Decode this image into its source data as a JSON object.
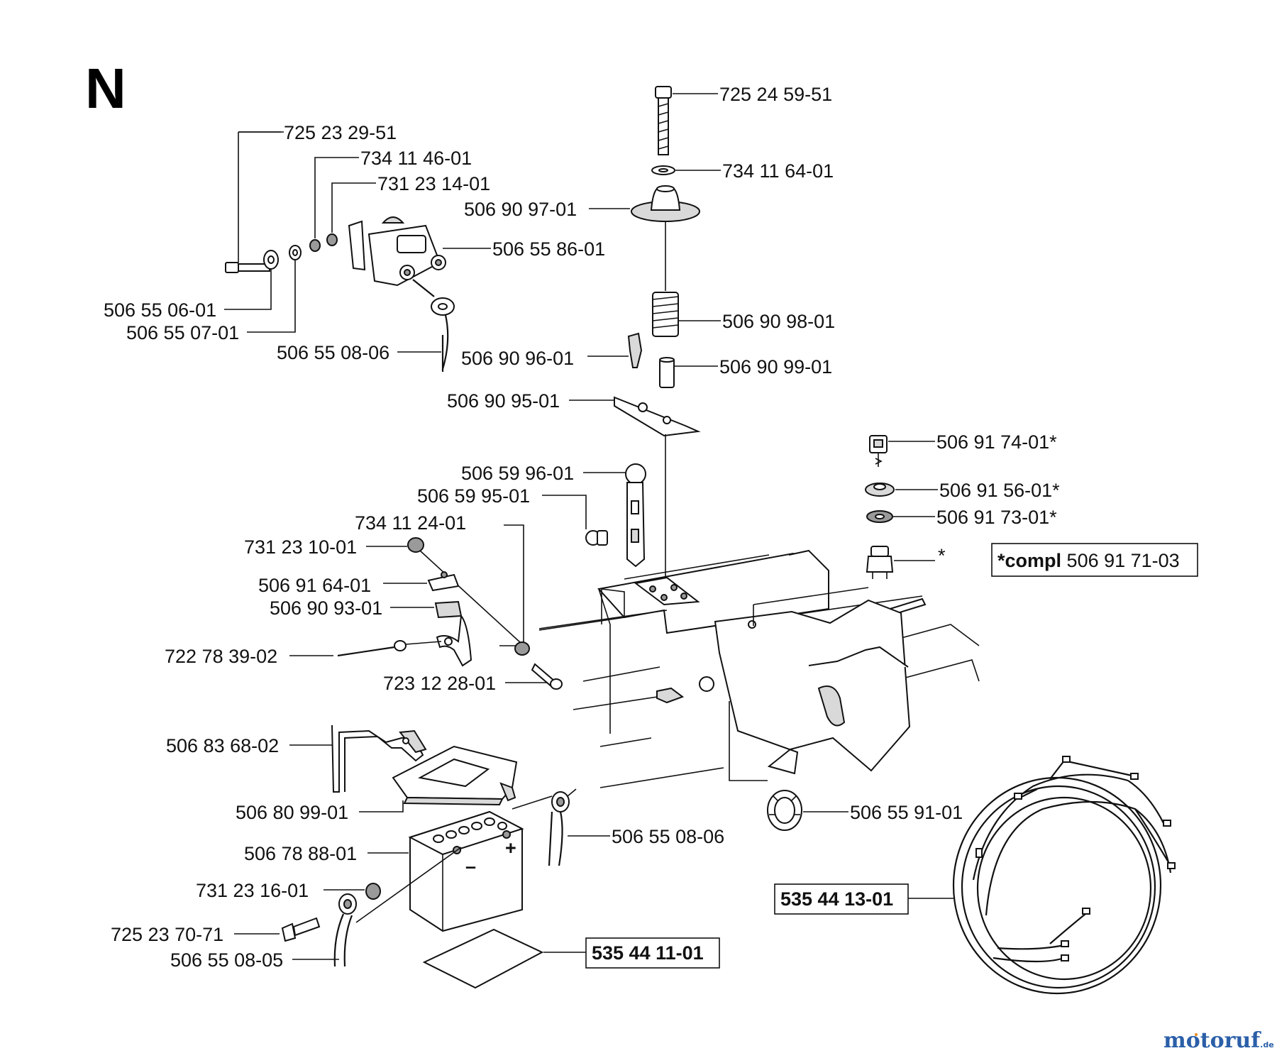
{
  "section_letter": "N",
  "parts": {
    "p725245951": "725 24 59-51",
    "p734116401": "734 11 64-01",
    "p506909701": "506 90 97-01",
    "p506909801": "506 90 98-01",
    "p506909601": "506 90 96-01",
    "p506909901": "506 90 99-01",
    "p506909501": "506 90 95-01",
    "p725232951": "725 23 29-51",
    "p734114601": "734 11 46-01",
    "p731231401": "731 23 14-01",
    "p506558601": "506 55 86-01",
    "p506550601": "506 55 06-01",
    "p506550701": "506 55 07-01",
    "p506550806_top": "506 55 08-06",
    "p506917401": "506 91 74-01*",
    "p506915601": "506 91 56-01*",
    "p506917301": "506 91 73-01*",
    "p_star": "*",
    "p506599601": "506 59 96-01",
    "p506599501": "506 59 95-01",
    "p734112401": "734 11 24-01",
    "p731231001": "731 23 10-01",
    "p506916401": "506 91 64-01",
    "p506909301": "506 90 93-01",
    "p722783902": "722 78 39-02",
    "p723122801": "723 12 28-01",
    "p506836802": "506 83 68-02",
    "p506809901": "506 80 99-01",
    "p506550806_bot": "506 55 08-06",
    "p506788801": "506 78 88-01",
    "p731231601": "731 23 16-01",
    "p725237071": "725 23 70-71",
    "p506550805": "506 55 08-05",
    "p506559101": "506 55 91-01"
  },
  "boxed": {
    "compl_prefix": "*compl",
    "compl_number": "506 91 71-03",
    "harness": "535 44 13-01",
    "battery_pad": "535 44 11-01"
  },
  "battery_marks": {
    "minus": "–",
    "plus": "+"
  },
  "watermark": {
    "main": "motoruf",
    "suffix": ".de"
  },
  "colors": {
    "line": "#111111",
    "background": "#ffffff",
    "part_fill": "#d9d9d9",
    "watermark_blue": "#2b5fa8",
    "watermark_orange": "#e8891a"
  }
}
